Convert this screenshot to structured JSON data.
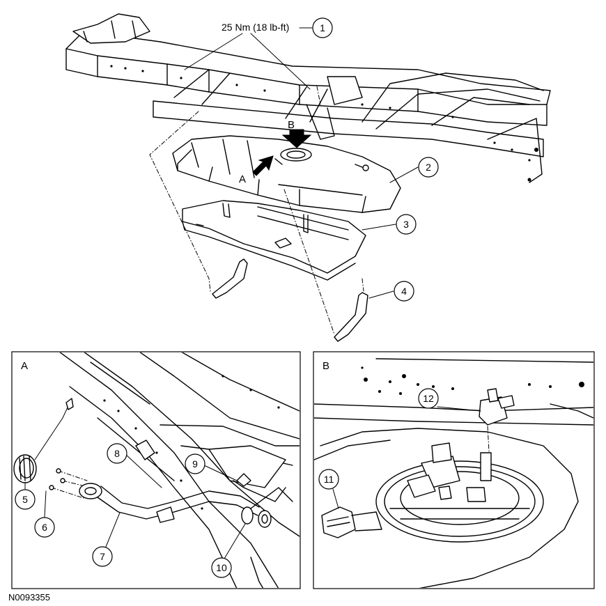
{
  "torque_spec": "25 Nm (18 lb-ft)",
  "callouts": [
    "1",
    "2",
    "3",
    "4",
    "5",
    "6",
    "7",
    "8",
    "9",
    "10",
    "11",
    "12"
  ],
  "view_letters": {
    "a": "A",
    "b": "B"
  },
  "panels": {
    "a_title": "A",
    "b_title": "B"
  },
  "figure_id": "N0093355"
}
